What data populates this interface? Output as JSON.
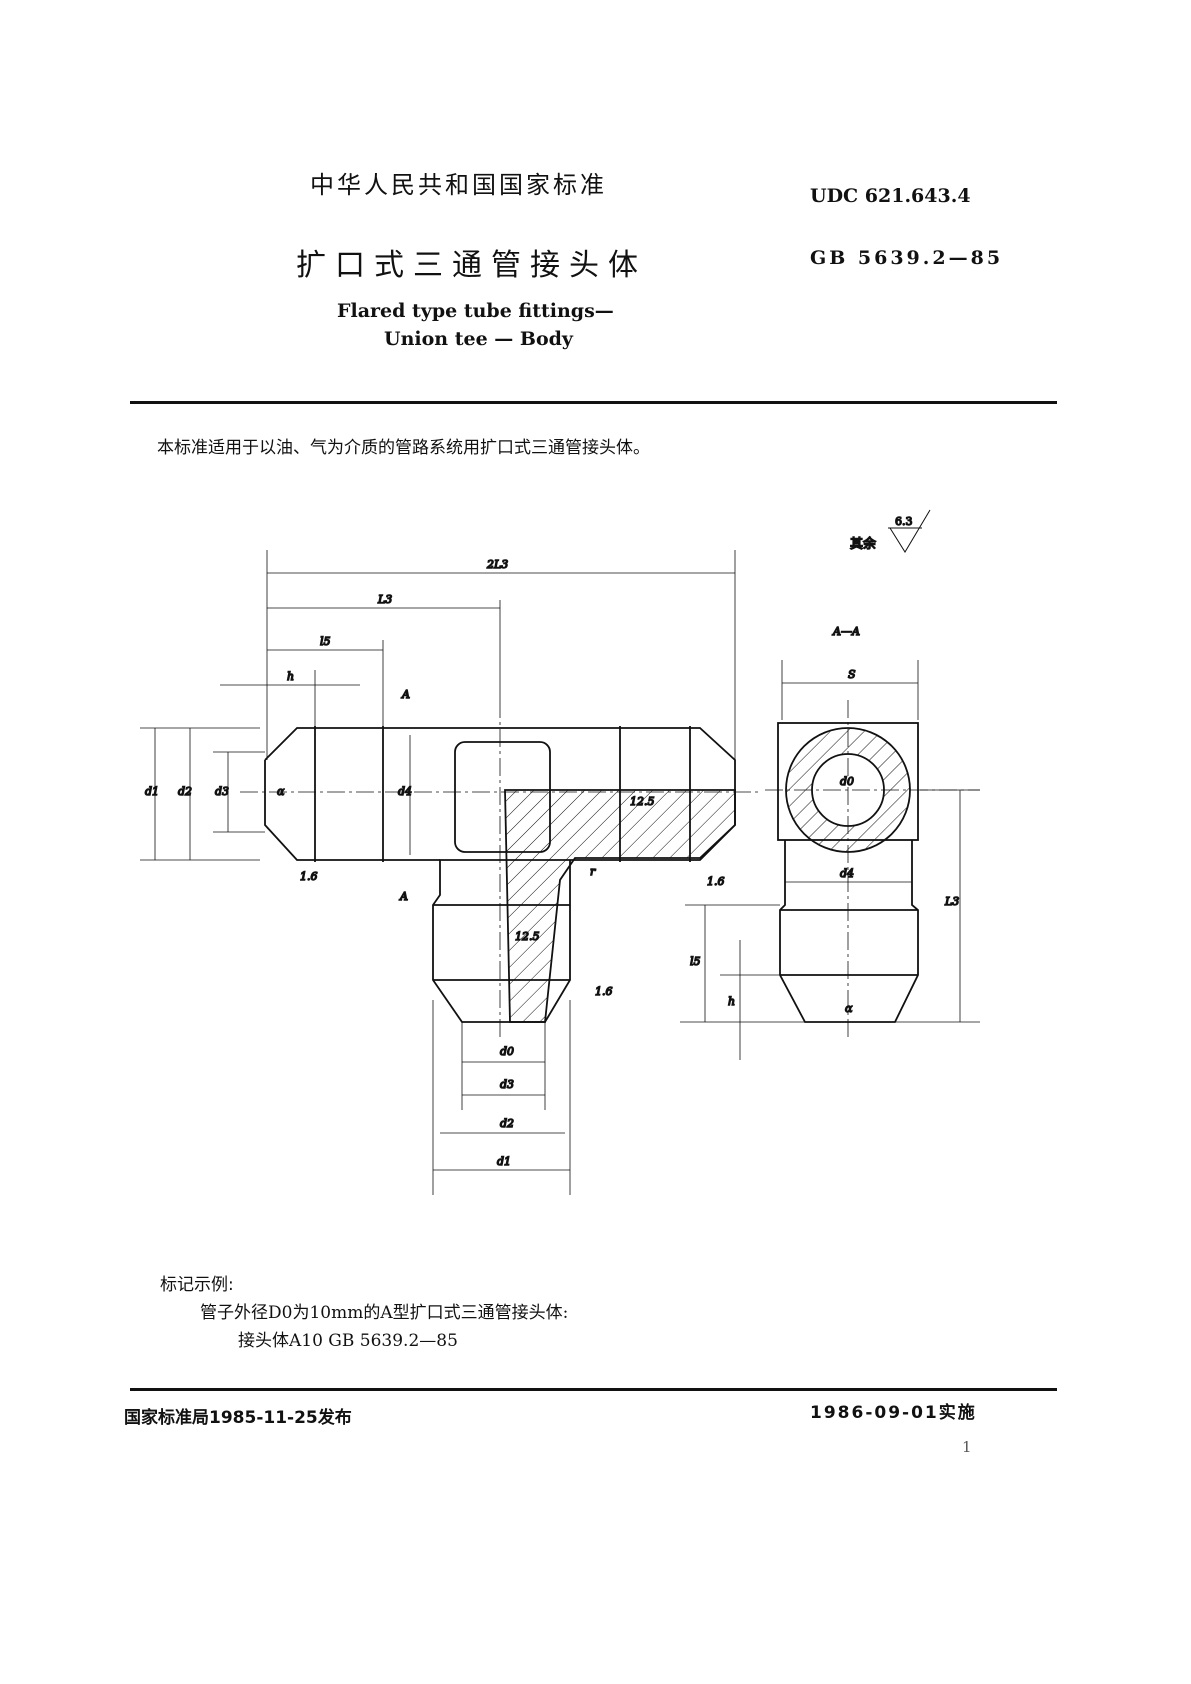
{
  "header": {
    "national_standard": "中华人民共和国国家标准",
    "udc": "UDC 621.643.4",
    "title_cn": "扩口式三通管接头体",
    "standard_no": "GB 5639.2—85",
    "title_en_line1": "Flared type tube fittings—",
    "title_en_line2": "Union tee — Body"
  },
  "scope": "本标准适用于以油、气为介质的管路系统用扩口式三通管接头体。",
  "drawing": {
    "roughness_other_label": "其余",
    "roughness_other": "6.3",
    "roughness_a": "12.5",
    "roughness_b": "1.6",
    "section_label": "A—A",
    "section_mark": "A",
    "dims": {
      "two_l3": "2L3",
      "l3": "L3",
      "l5": "l5",
      "h": "h",
      "d0": "d0",
      "d1": "d1",
      "d2": "d2",
      "d3": "d3",
      "d4": "d4",
      "s": "S",
      "alpha": "α",
      "r": "r"
    }
  },
  "marking": {
    "heading": "标记示例:",
    "line1": "管子外径D0为10mm的A型扩口式三通管接头体:",
    "line2": "接头体A10   GB 5639.2—85"
  },
  "footer": {
    "issued": "国家标准局1985-11-25发布",
    "effective": "1986-09-01实施",
    "page_number": "1"
  }
}
